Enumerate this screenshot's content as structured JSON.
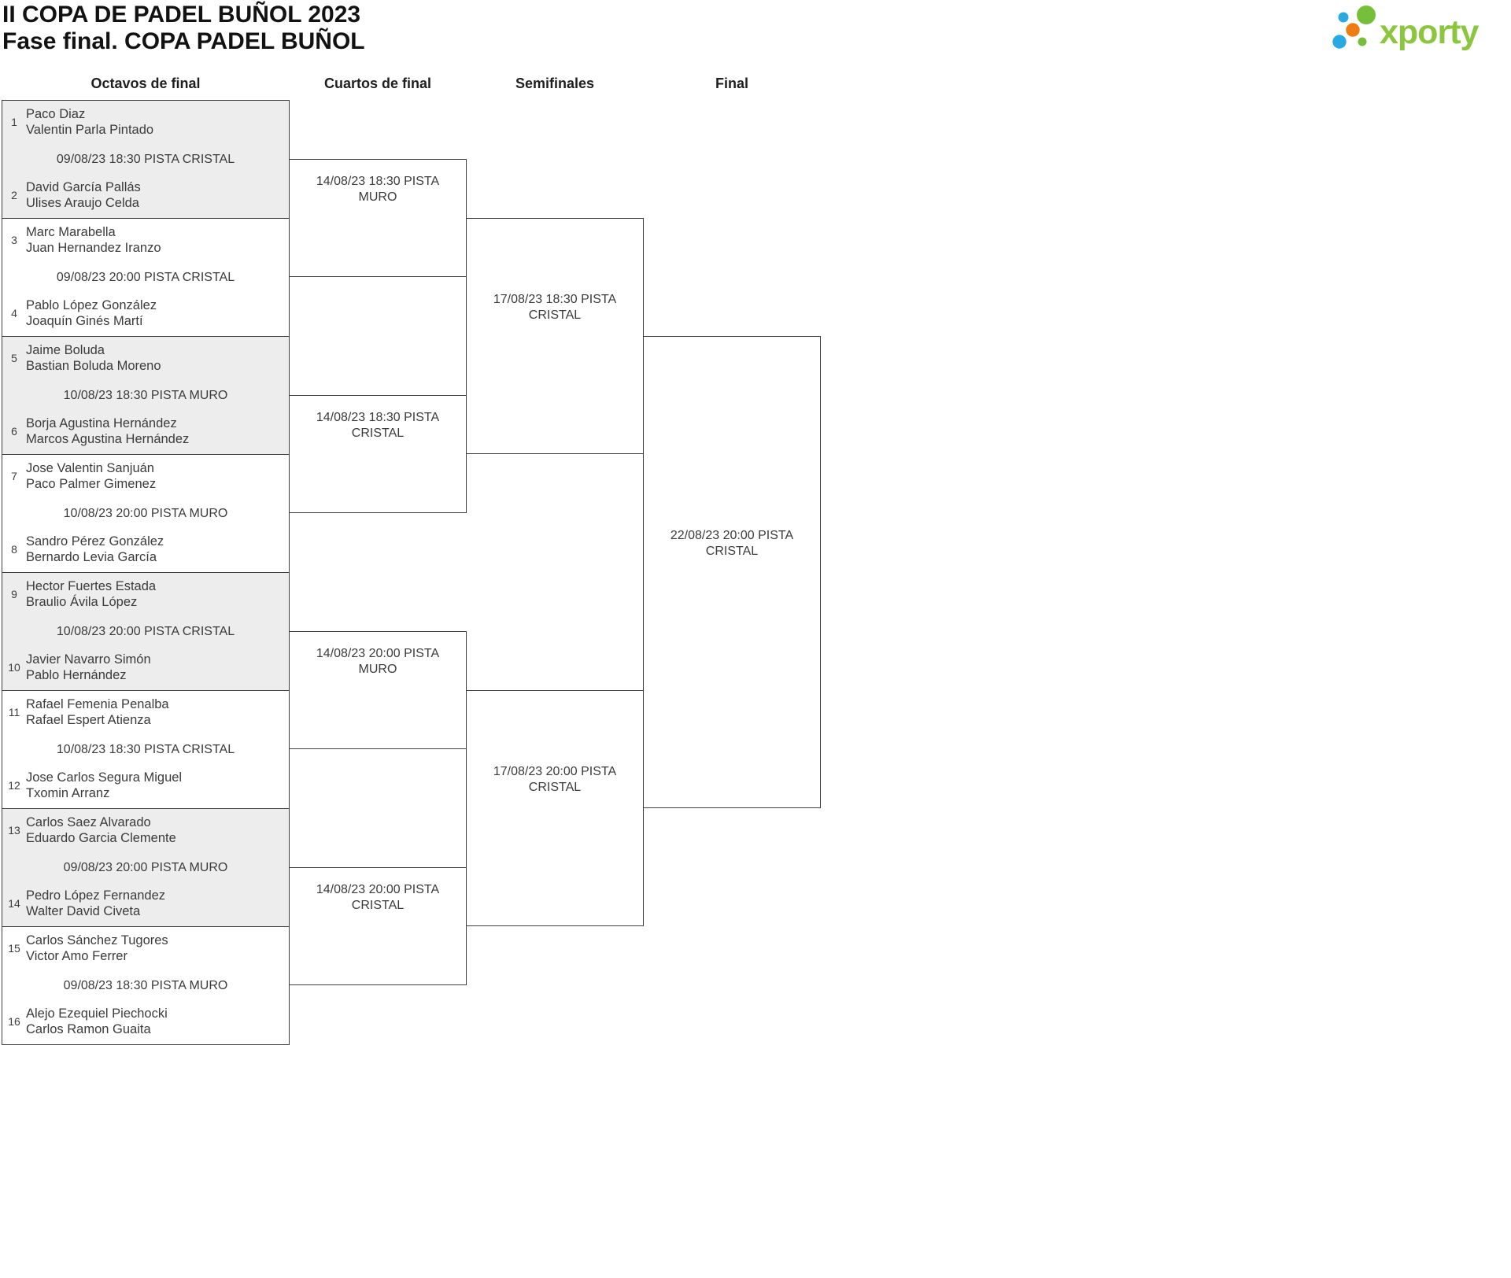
{
  "header": {
    "title_line1": "II COPA DE PADEL BUÑOL 2023",
    "title_line2": "Fase final. COPA PADEL BUÑOL"
  },
  "logo": {
    "text": "xporty",
    "colors": {
      "green": "#82C341",
      "blue": "#29A9E1",
      "orange": "#EE7D11"
    }
  },
  "colors": {
    "box_border": "#3f3f3f",
    "box_shaded": "#ededed",
    "text": "#3b3b3b"
  },
  "rounds": [
    {
      "label": "Octavos de final"
    },
    {
      "label": "Cuartos de final"
    },
    {
      "label": "Semifinales"
    },
    {
      "label": "Final"
    }
  ],
  "bracket": {
    "round16": {
      "matches": [
        {
          "date": "09/08/23 18:30 PISTA CRISTAL",
          "top": {
            "seed": "1",
            "players": [
              "Paco Diaz",
              "Valentin Parla Pintado"
            ]
          },
          "bottom": {
            "seed": "2",
            "players": [
              "David García Pallás",
              "Ulises Araujo Celda"
            ]
          }
        },
        {
          "date": "09/08/23 20:00 PISTA CRISTAL",
          "top": {
            "seed": "3",
            "players": [
              "Marc Marabella",
              "Juan Hernandez Iranzo"
            ]
          },
          "bottom": {
            "seed": "4",
            "players": [
              "Pablo López González",
              "Joaquín Ginés Martí"
            ]
          }
        },
        {
          "date": "10/08/23 18:30 PISTA MURO",
          "top": {
            "seed": "5",
            "players": [
              "Jaime Boluda",
              "Bastian Boluda Moreno"
            ]
          },
          "bottom": {
            "seed": "6",
            "players": [
              "Borja Agustina Hernández",
              "Marcos Agustina Hernández"
            ]
          }
        },
        {
          "date": "10/08/23 20:00 PISTA MURO",
          "top": {
            "seed": "7",
            "players": [
              "Jose Valentin Sanjuán",
              "Paco Palmer Gimenez"
            ]
          },
          "bottom": {
            "seed": "8",
            "players": [
              "Sandro Pérez González",
              "Bernardo Levia García"
            ]
          }
        },
        {
          "date": "10/08/23 20:00 PISTA CRISTAL",
          "top": {
            "seed": "9",
            "players": [
              "Hector Fuertes Estada",
              "Braulio Ávila López"
            ]
          },
          "bottom": {
            "seed": "10",
            "players": [
              "Javier Navarro Simón",
              "Pablo Hernández"
            ]
          }
        },
        {
          "date": "10/08/23 18:30 PISTA CRISTAL",
          "top": {
            "seed": "11",
            "players": [
              "Rafael Femenia Penalba",
              "Rafael Espert Atienza"
            ]
          },
          "bottom": {
            "seed": "12",
            "players": [
              "Jose Carlos Segura Miguel",
              "Txomin Arranz"
            ]
          }
        },
        {
          "date": "09/08/23 20:00 PISTA MURO",
          "top": {
            "seed": "13",
            "players": [
              "Carlos Saez Alvarado",
              "Eduardo Garcia Clemente"
            ]
          },
          "bottom": {
            "seed": "14",
            "players": [
              "Pedro López Fernandez",
              "Walter David Civeta"
            ]
          }
        },
        {
          "date": "09/08/23 18:30 PISTA MURO",
          "top": {
            "seed": "15",
            "players": [
              "Carlos Sánchez Tugores",
              "Victor Amo Ferrer"
            ]
          },
          "bottom": {
            "seed": "16",
            "players": [
              "Alejo Ezequiel Piechocki",
              "Carlos Ramon Guaita"
            ]
          }
        }
      ]
    },
    "quarterfinals": {
      "matches": [
        {
          "date": "14/08/23 18:30 PISTA MURO"
        },
        {
          "date": "14/08/23 18:30 PISTA CRISTAL"
        },
        {
          "date": "14/08/23 20:00 PISTA MURO"
        },
        {
          "date": "14/08/23 20:00 PISTA CRISTAL"
        }
      ]
    },
    "semifinals": {
      "matches": [
        {
          "date": "17/08/23 18:30 PISTA CRISTAL"
        },
        {
          "date": "17/08/23 20:00 PISTA CRISTAL"
        }
      ]
    },
    "final": {
      "matches": [
        {
          "date": "22/08/23 20:00 PISTA CRISTAL"
        }
      ]
    }
  }
}
